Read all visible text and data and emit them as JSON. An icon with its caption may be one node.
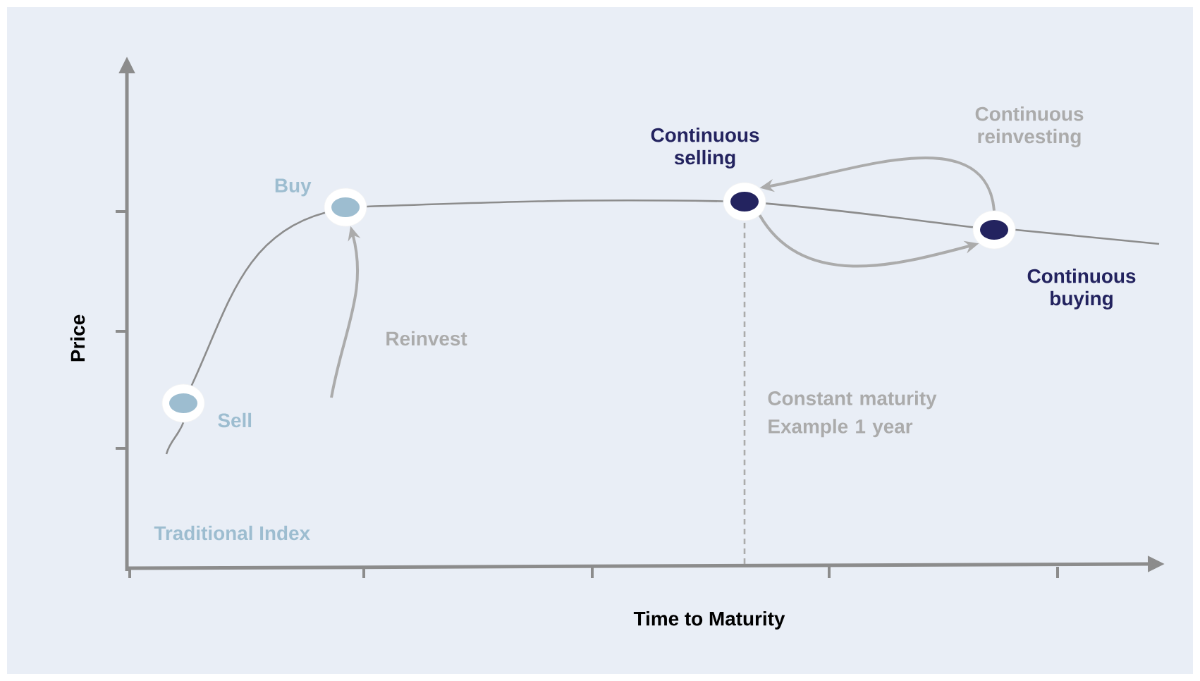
{
  "diagram": {
    "nodes": [
      {
        "text": [],
        "shape": "circle",
        "beside": [
          "Sell"
        ]
      },
      {
        "text": [],
        "shape": "circle",
        "beside": [
          "Buy"
        ]
      },
      {
        "text": [],
        "shape": "circle",
        "beside": [
          "Continuous selling"
        ]
      },
      {
        "text": [],
        "shape": "circle",
        "beside": [
          "Continuous buying"
        ]
      }
    ],
    "edges": [
      {
        "from": 0,
        "to": 1,
        "arrow": "none"
      },
      {
        "from": 1,
        "to": 2,
        "arrow": "none"
      },
      {
        "from": 2,
        "to": 3,
        "arrow": "none"
      },
      {
        "from": null,
        "to": 1,
        "arrow": "to",
        "label": "Reinvest"
      },
      {
        "from": 2,
        "to": 3,
        "arrow": "to"
      },
      {
        "from": 3,
        "to": 2,
        "arrow": "to",
        "label": "Continuous reinvesting"
      }
    ],
    "labels": [
      "Price",
      "Time to Maturity",
      "Constant maturity Example 1 year",
      "Traditional Index"
    ]
  }
}
